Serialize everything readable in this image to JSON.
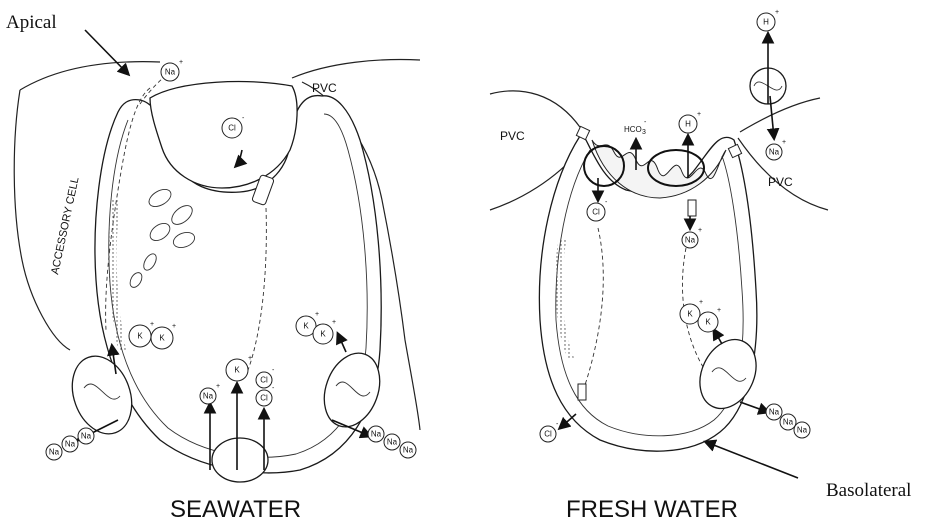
{
  "labels": {
    "apical": "Apical",
    "basolateral": "Basolateral",
    "seawater": "SEAWATER",
    "fresh_water": "FRESH WATER",
    "accessory_cell": "ACCESSORY CELL",
    "pvc": "PVC"
  },
  "ions": {
    "na": "Na",
    "k": "K",
    "cl": "Cl",
    "h": "H",
    "hco3": "HCO",
    "plus": "+",
    "minus": "-"
  }
}
